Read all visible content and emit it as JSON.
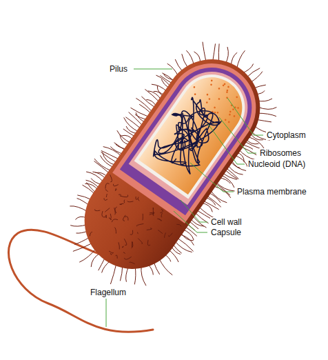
{
  "diagram": {
    "labels": [
      "Pilus",
      "Cytoplasm",
      "Ribosomes",
      "Nucleoid (DNA)",
      "Plasma membrane",
      "Cell wall",
      "Capsule",
      "Flagellum"
    ]
  }
}
